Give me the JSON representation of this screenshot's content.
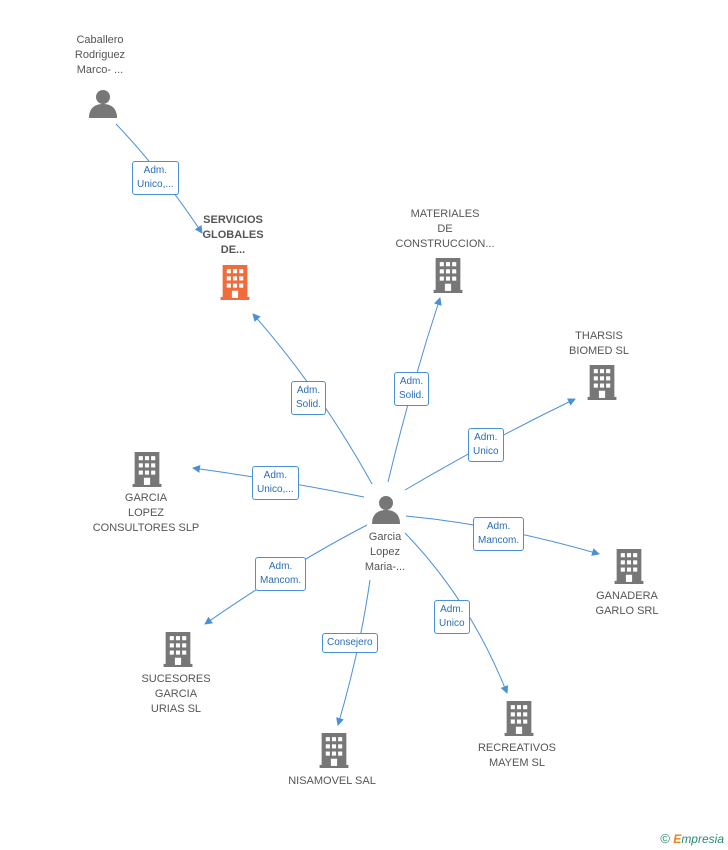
{
  "nodes": {
    "caballero": {
      "lines": [
        "Caballero",
        "Rodriguez",
        "Marco- ..."
      ],
      "type": "person"
    },
    "servicios": {
      "lines": [
        "SERVICIOS",
        "GLOBALES",
        "DE..."
      ],
      "type": "company-focus"
    },
    "materiales": {
      "lines": [
        "MATERIALES",
        "DE",
        "CONSTRUCCION..."
      ],
      "type": "company"
    },
    "tharsis": {
      "lines": [
        "THARSIS",
        "BIOMED SL"
      ],
      "type": "company"
    },
    "garcia_lopez_consultores": {
      "lines": [
        "GARCIA",
        "LOPEZ",
        "CONSULTORES SLP"
      ],
      "type": "company"
    },
    "garcia_person": {
      "lines": [
        "Garcia",
        "Lopez",
        "Maria-..."
      ],
      "type": "person"
    },
    "ganadera": {
      "lines": [
        "GANADERA",
        "GARLO SRL"
      ],
      "type": "company"
    },
    "sucesores": {
      "lines": [
        "SUCESORES",
        "GARCIA",
        "URIAS SL"
      ],
      "type": "company"
    },
    "recreativos": {
      "lines": [
        "RECREATIVOS",
        "MAYEM SL"
      ],
      "type": "company"
    },
    "nisamovel": {
      "lines": [
        "NISAMOVEL SAL"
      ],
      "type": "company"
    }
  },
  "edges": [
    {
      "id": "e1",
      "lines": [
        "Adm.",
        "Unico,..."
      ]
    },
    {
      "id": "e2",
      "lines": [
        "Adm.",
        "Solid."
      ]
    },
    {
      "id": "e3",
      "lines": [
        "Adm.",
        "Solid."
      ]
    },
    {
      "id": "e4",
      "lines": [
        "Adm.",
        "Unico"
      ]
    },
    {
      "id": "e5",
      "lines": [
        "Adm.",
        "Unico,..."
      ]
    },
    {
      "id": "e6",
      "lines": [
        "Adm.",
        "Mancom."
      ]
    },
    {
      "id": "e7",
      "lines": [
        "Adm.",
        "Mancom."
      ]
    },
    {
      "id": "e8",
      "lines": [
        "Adm.",
        "Unico"
      ]
    },
    {
      "id": "e9",
      "lines": [
        "Consejero"
      ]
    }
  ],
  "colors": {
    "edge": "#4a90d9",
    "focus": "#f26b3a",
    "icon": "#777777"
  },
  "brand": {
    "symbol": "©",
    "first": "E",
    "rest": "mpresia"
  }
}
